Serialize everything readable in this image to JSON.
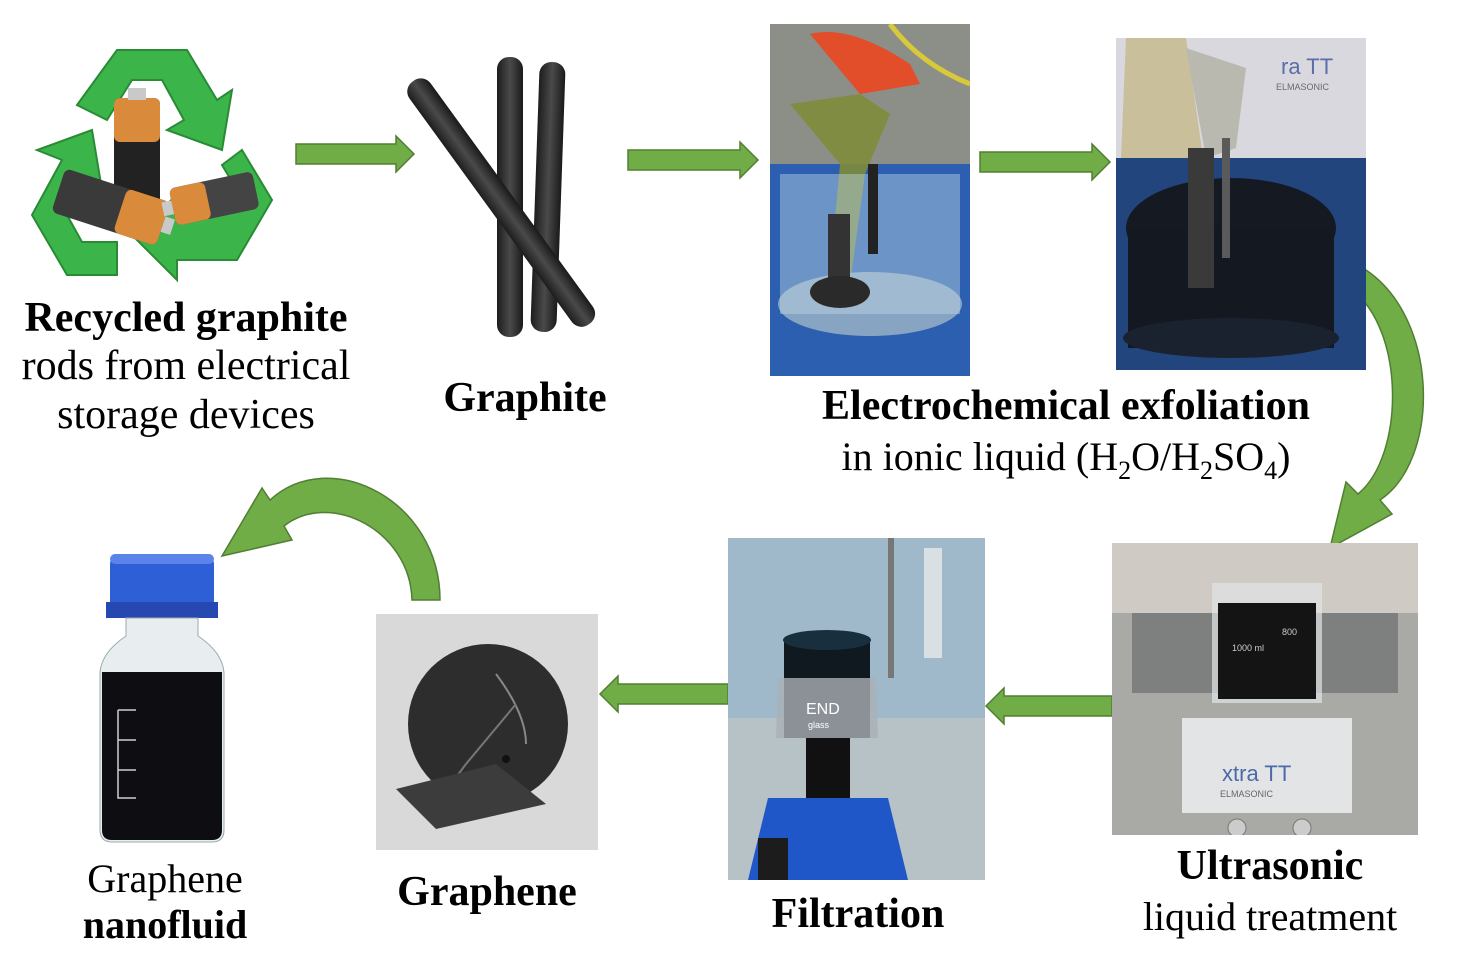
{
  "steps": {
    "recycled": {
      "title": "Recycled graphite",
      "line1": "rods from electrical",
      "line2": "storage devices"
    },
    "graphite": {
      "title": "Graphite"
    },
    "exfoliation": {
      "title": "Electrochemical exfoliation",
      "prefix": "in ionic liquid (H",
      "sub1": "2",
      "mid1": "O/H",
      "sub2": "2",
      "mid2": "SO",
      "sub3": "4",
      "suffix": ")"
    },
    "ultrasonic": {
      "title": "Ultrasonic",
      "subtitle": "liquid treatment"
    },
    "filtration": {
      "title": "Filtration"
    },
    "graphene": {
      "title": "Graphene"
    },
    "nanofluid": {
      "line1": "Graphene",
      "line2": "nanofluid"
    }
  },
  "photo_text": {
    "elmasonic_brand": "xtra TT",
    "elmasonic_sub": "ELMASONIC",
    "beaker_vol": "1000 ml",
    "beaker_mark": "800",
    "endo": "END",
    "endo_sub": "glass",
    "top_brand": "ra TT",
    "top_sub": "ELMASONIC"
  },
  "colors": {
    "arrow_green": "#70ad47",
    "arrow_dark": "#507e32",
    "recycle_green": "#3bb54a",
    "cap_blue": "#2f5fd6"
  }
}
